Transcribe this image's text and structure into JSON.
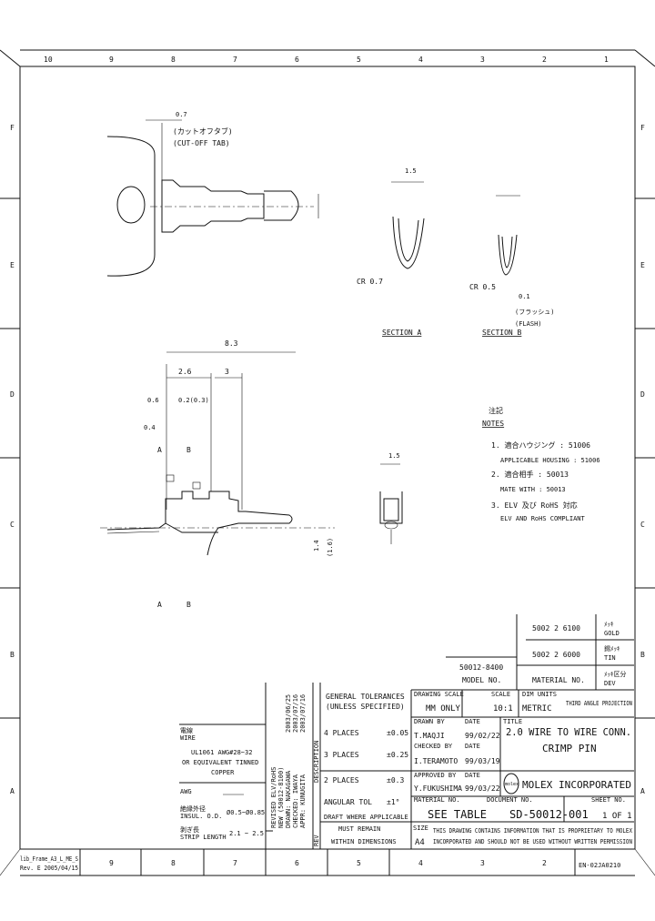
{
  "zones": {
    "columns": [
      "10",
      "9",
      "8",
      "7",
      "6",
      "5",
      "4",
      "3",
      "2",
      "1"
    ],
    "rows": [
      "F",
      "E",
      "D",
      "C",
      "B",
      "A"
    ]
  },
  "views": {
    "cutoff_dim": "0.7",
    "cutoff_label_jp": "(カットオフタブ)",
    "cutoff_label_en": "(CUT-OFF TAB)",
    "section_a_label": "SECTION A",
    "section_b_label": "SECTION B",
    "section_a_radius": "CR 0.7",
    "section_b_radius": "CR 0.5",
    "section_b_flash_jp": "(フラッシュ)",
    "section_b_flash_en": "(FLASH)",
    "section_b_flash_dim": "0.1",
    "overall_length": "8.3",
    "dim_2_6": "2.6",
    "dim_3": "3",
    "dim_0_6": "0.6",
    "dim_0_2": "0.2(0.3)",
    "dim_0_4": "0.4",
    "dim_1_4": "1.4",
    "dim_1_6": "(1.6)",
    "dim_1_5": "1.5",
    "marker_a": "A",
    "marker_b": "B"
  },
  "notes": {
    "heading_jp": "注記",
    "heading": "NOTES",
    "items": [
      "1. 適合ハウジング : 51006",
      "APPLICABLE HOUSING : 51006",
      "2. 適合相手 : 50013",
      "MATE WITH : 50013",
      "3. ELV 及び RoHS 対応",
      "ELV AND RoHS COMPLIANT"
    ]
  },
  "material_table": {
    "rows": [
      {
        "part": "5002 2 6100",
        "finish_jp": "ﾒｯｷ",
        "finish": "GOLD"
      },
      {
        "part": "5002 2 6000",
        "finish_jp": "錫ﾒｯｷ",
        "finish": "TIN"
      }
    ],
    "model_no_value": "50012-8400",
    "model_no_label": "MODEL NO.",
    "material_no_label": "MATERIAL NO.",
    "variant_label_jp": "ﾒｯｷ区分",
    "variant_label": "DEV"
  },
  "title_block": {
    "drawing_scale_label": "DRAWING SCALE",
    "drawing_scale_value": "MM ONLY",
    "scale_label": "SCALE",
    "scale_value": "10:1",
    "dim_units_label": "DIM UNITS",
    "dim_units_value": "METRIC",
    "projection": "THIRD ANGLE PROJECTION",
    "general_tolerances": "GENERAL TOLERANCES",
    "unless_specified": "(UNLESS SPECIFIED)",
    "tol_rows": [
      {
        "label": "4 PLACES",
        "value": "±0.05"
      },
      {
        "label": "3 PLACES",
        "value": "±0.25"
      },
      {
        "label": "2 PLACES",
        "value": "±0.3"
      },
      {
        "label": "ANGULAR TOL",
        "value": "±1°"
      }
    ],
    "draft_note": [
      "DRAFT WHERE APPLICABLE",
      "MUST REMAIN",
      "WITHIN DIMENSIONS"
    ],
    "drawn_by_label": "DRAWN BY",
    "drawn_by": "T.MAQJI",
    "drawn_date_label": "DATE",
    "drawn_date": "99/02/22",
    "checked_by_label": "CHECKED BY",
    "checked_by": "I.TERAMOTO",
    "checked_date_label": "DATE",
    "checked_date": "99/03/19",
    "approved_by_label": "APPROVED BY",
    "approved_by": "Y.FUKUSHIMA",
    "approved_date_label": "DATE",
    "approved_date": "99/03/22",
    "title_label": "TITLE",
    "title_line1": "2.0 WIRE TO WIRE CONN.",
    "title_line2": "CRIMP PIN",
    "company": "MOLEX INCORPORATED",
    "logo": "molex",
    "material_no_label": "MATERIAL NO.",
    "material_no": "SEE TABLE",
    "document_no_label": "DOCUMENT NO.",
    "document_no": "SD-50012-001",
    "sheet_label": "SHEET NO.",
    "sheet": "1 OF 1",
    "size_label": "SIZE",
    "size": "A4",
    "proprietary_1": "THIS DRAWING CONTAINS INFORMATION THAT IS PROPRIETARY TO MOLEX",
    "proprietary_2": "INCORPORATED AND SHOULD NOT BE USED WITHOUT WRITTEN PERMISSION",
    "form_no": "EN-02JA0210",
    "description_label": "DESCRIPTION",
    "rev_label": "REV",
    "revisions": [
      "REVISED ELV/RoHS",
      "NEW (50012-8100)",
      "DRAWN: NAKAGAWA",
      "CHECKED: IWAYA",
      "APPR: KUNUGITA"
    ],
    "revision_dates": [
      "2003/06/25",
      "2003/07/16",
      "2003/07/16"
    ]
  },
  "wire_table": {
    "header_jp": "電線",
    "header": "WIRE",
    "wire_spec": [
      "UL1061 AWG#28~32",
      "OR EQUIVALENT TINNED",
      "COPPER"
    ],
    "insulation_label": "絶縁外径",
    "insulation_label_en": "INSUL. O.D.",
    "insulation_value": "Ø0.5~Ø0.85",
    "strip_label": "剥ぎ長",
    "strip_label_en": "STRIP LENGTH",
    "strip_value": "2.1 ~ 2.5",
    "cut_label": "AWG"
  },
  "footer": {
    "form_name": "lib_Frame_A3_L_ME_S",
    "form_rev": "Rev. E 2005/04/15"
  }
}
